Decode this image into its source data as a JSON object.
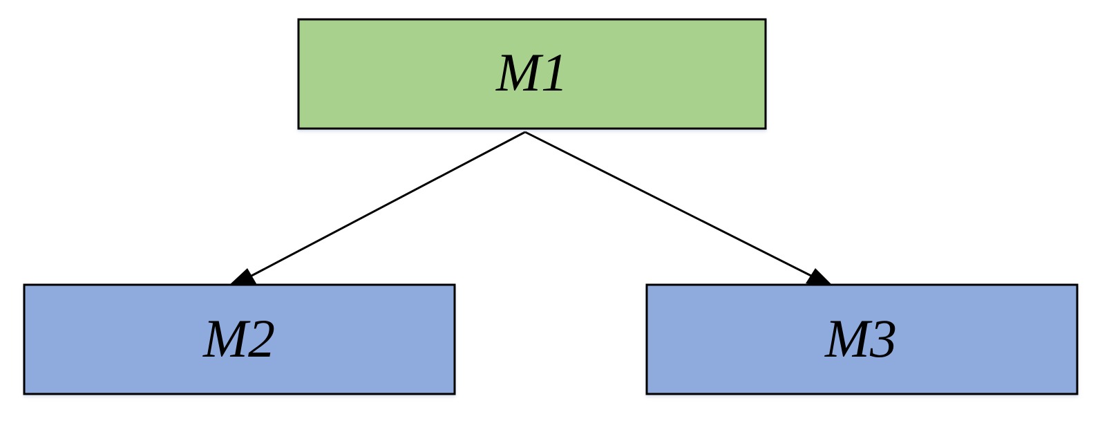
{
  "diagram": {
    "type": "hierarchy",
    "nodes": [
      {
        "id": "m1",
        "label": "M1",
        "fill": "#a9d18e"
      },
      {
        "id": "m2",
        "label": "M2",
        "fill": "#8faadc"
      },
      {
        "id": "m3",
        "label": "M3",
        "fill": "#8faadc"
      }
    ],
    "edges": [
      {
        "from": "m1",
        "to": "m2"
      },
      {
        "from": "m1",
        "to": "m3"
      }
    ],
    "colors": {
      "top_node": "#a9d18e",
      "child_node": "#8faadc",
      "stroke": "#000000"
    }
  }
}
